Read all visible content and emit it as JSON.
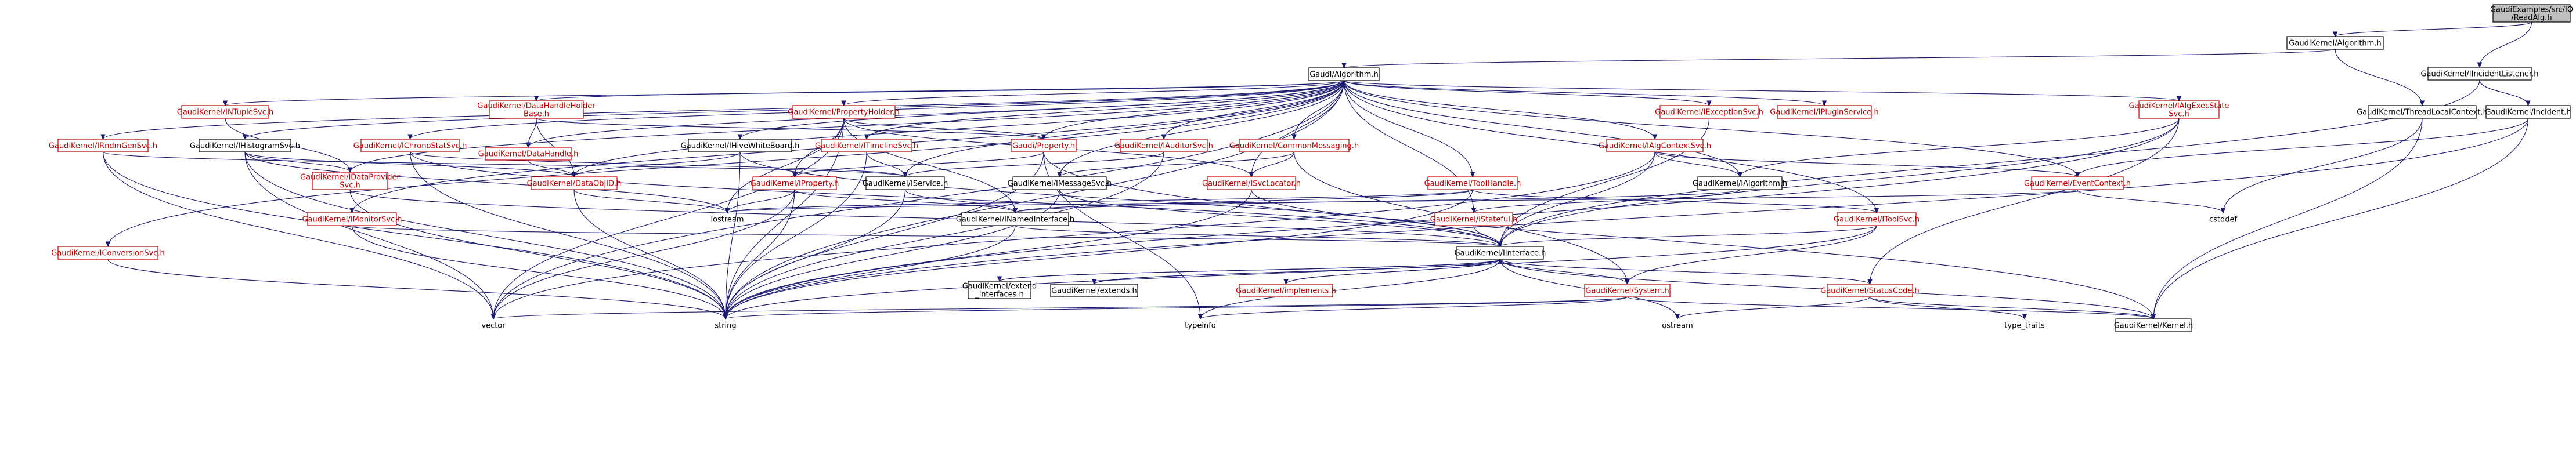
{
  "nodes": [
    {
      "id": "root",
      "label": [
        "GaudiExamples/src/IO",
        "/ReadAlg.h"
      ],
      "kind": "root"
    },
    {
      "id": "galgorithm",
      "label": [
        "GaudiKernel/Algorithm.h"
      ],
      "kind": "plain"
    },
    {
      "id": "iincidentlistener",
      "label": [
        "GaudiKernel/IIncidentListener.h"
      ],
      "kind": "plain"
    },
    {
      "id": "gaudialgorithm",
      "label": [
        "Gaudi/Algorithm.h"
      ],
      "kind": "plain"
    },
    {
      "id": "threadlocalcontext",
      "label": [
        "GaudiKernel/ThreadLocalContext.h"
      ],
      "kind": "plain"
    },
    {
      "id": "incident",
      "label": [
        "GaudiKernel/Incident.h"
      ],
      "kind": "plain"
    },
    {
      "id": "ialgexecstatesvc",
      "label": [
        "GaudiKernel/IAlgExecState",
        "Svc.h"
      ],
      "kind": "red"
    },
    {
      "id": "intuplesvc",
      "label": [
        "GaudiKernel/INTupleSvc.h"
      ],
      "kind": "red"
    },
    {
      "id": "datahandleholderbase",
      "label": [
        "GaudiKernel/DataHandleHolder",
        "Base.h"
      ],
      "kind": "red"
    },
    {
      "id": "propertyholder",
      "label": [
        "GaudiKernel/PropertyHolder.h"
      ],
      "kind": "red"
    },
    {
      "id": "iexceptionsvc",
      "label": [
        "GaudiKernel/IExceptionSvc.h"
      ],
      "kind": "red"
    },
    {
      "id": "ipluginservice",
      "label": [
        "GaudiKernel/IPluginService.h"
      ],
      "kind": "red"
    },
    {
      "id": "irndmgensvc",
      "label": [
        "GaudiKernel/IRndmGenSvc.h"
      ],
      "kind": "red"
    },
    {
      "id": "ihistogramsvc",
      "label": [
        "GaudiKernel/IHistogramSvc.h"
      ],
      "kind": "plain"
    },
    {
      "id": "ichronostatsvc",
      "label": [
        "GaudiKernel/IChronoStatSvc.h"
      ],
      "kind": "red"
    },
    {
      "id": "datahandle",
      "label": [
        "GaudiKernel/DataHandle.h"
      ],
      "kind": "red"
    },
    {
      "id": "ihivewhiteboard",
      "label": [
        "GaudiKernel/IHiveWhiteBoard.h"
      ],
      "kind": "plain"
    },
    {
      "id": "itimelinesvc",
      "label": [
        "GaudiKernel/ITimelineSvc.h"
      ],
      "kind": "red"
    },
    {
      "id": "property",
      "label": [
        "Gaudi/Property.h"
      ],
      "kind": "red"
    },
    {
      "id": "iauditorsvc",
      "label": [
        "GaudiKernel/IAuditorSvc.h"
      ],
      "kind": "red"
    },
    {
      "id": "commonmessaging",
      "label": [
        "GaudiKernel/CommonMessaging.h"
      ],
      "kind": "red"
    },
    {
      "id": "ialgcontextsvc",
      "label": [
        "GaudiKernel/IAlgContextSvc.h"
      ],
      "kind": "red"
    },
    {
      "id": "ialgorithm",
      "label": [
        "GaudiKernel/IAlgorithm.h"
      ],
      "kind": "plain"
    },
    {
      "id": "eventcontext",
      "label": [
        "GaudiKernel/EventContext.h"
      ],
      "kind": "red"
    },
    {
      "id": "idataprovidersvc",
      "label": [
        "GaudiKernel/IDataProvider",
        "Svc.h"
      ],
      "kind": "red"
    },
    {
      "id": "dataobjid",
      "label": [
        "GaudiKernel/DataObjID.h"
      ],
      "kind": "red"
    },
    {
      "id": "iproperty",
      "label": [
        "GaudiKernel/IProperty.h"
      ],
      "kind": "red"
    },
    {
      "id": "iservice",
      "label": [
        "GaudiKernel/IService.h"
      ],
      "kind": "plain"
    },
    {
      "id": "imessagesvc",
      "label": [
        "GaudiKernel/IMessageSvc.h"
      ],
      "kind": "plain"
    },
    {
      "id": "isvclocator",
      "label": [
        "GaudiKernel/ISvcLocator.h"
      ],
      "kind": "red"
    },
    {
      "id": "toolhandle",
      "label": [
        "GaudiKernel/ToolHandle.h"
      ],
      "kind": "red"
    },
    {
      "id": "imonitorsvc",
      "label": [
        "GaudiKernel/IMonitorSvc.h"
      ],
      "kind": "red"
    },
    {
      "id": "iconversionsvc",
      "label": [
        "GaudiKernel/IConversionSvc.h"
      ],
      "kind": "red"
    },
    {
      "id": "inamedinterface",
      "label": [
        "GaudiKernel/INamedInterface.h"
      ],
      "kind": "plain"
    },
    {
      "id": "istateful",
      "label": [
        "GaudiKernel/IStateful.h"
      ],
      "kind": "red"
    },
    {
      "id": "itoolsvc",
      "label": [
        "GaudiKernel/IToolSvc.h"
      ],
      "kind": "red"
    },
    {
      "id": "iinterface",
      "label": [
        "GaudiKernel/IInterface.h"
      ],
      "kind": "plain"
    },
    {
      "id": "extendinterfaces",
      "label": [
        "GaudiKernel/extend",
        "_interfaces.h"
      ],
      "kind": "plain"
    },
    {
      "id": "extends",
      "label": [
        "GaudiKernel/extends.h"
      ],
      "kind": "plain"
    },
    {
      "id": "implements",
      "label": [
        "GaudiKernel/implements.h"
      ],
      "kind": "red"
    },
    {
      "id": "system",
      "label": [
        "GaudiKernel/System.h"
      ],
      "kind": "red"
    },
    {
      "id": "statuscode",
      "label": [
        "GaudiKernel/StatusCode.h"
      ],
      "kind": "red"
    },
    {
      "id": "kernel",
      "label": [
        "GaudiKernel/Kernel.h"
      ],
      "kind": "plain"
    },
    {
      "id": "iostream",
      "label": [
        "iostream"
      ],
      "kind": "plainbox"
    },
    {
      "id": "cstddef",
      "label": [
        "cstddef"
      ],
      "kind": "plainbox"
    },
    {
      "id": "vector",
      "label": [
        "vector"
      ],
      "kind": "plainbox"
    },
    {
      "id": "string",
      "label": [
        "string"
      ],
      "kind": "plainbox"
    },
    {
      "id": "typeinfo",
      "label": [
        "typeinfo"
      ],
      "kind": "plainbox"
    },
    {
      "id": "ostream",
      "label": [
        "ostream"
      ],
      "kind": "plainbox"
    },
    {
      "id": "typetraits",
      "label": [
        "type_traits"
      ],
      "kind": "plainbox"
    }
  ],
  "edges": [
    [
      "root",
      "galgorithm"
    ],
    [
      "root",
      "iincidentlistener"
    ],
    [
      "galgorithm",
      "gaudialgorithm"
    ],
    [
      "galgorithm",
      "threadlocalcontext"
    ],
    [
      "iincidentlistener",
      "iinterface"
    ],
    [
      "iincidentlistener",
      "incident"
    ],
    [
      "incident",
      "kernel"
    ],
    [
      "incident",
      "eventcontext"
    ],
    [
      "incident",
      "string"
    ],
    [
      "threadlocalcontext",
      "kernel"
    ],
    [
      "threadlocalcontext",
      "cstddef"
    ],
    [
      "gaudialgorithm",
      "ialgexecstatesvc"
    ],
    [
      "gaudialgorithm",
      "intuplesvc"
    ],
    [
      "gaudialgorithm",
      "datahandleholderbase"
    ],
    [
      "gaudialgorithm",
      "propertyholder"
    ],
    [
      "gaudialgorithm",
      "iexceptionsvc"
    ],
    [
      "gaudialgorithm",
      "ipluginservice"
    ],
    [
      "gaudialgorithm",
      "irndmgensvc"
    ],
    [
      "gaudialgorithm",
      "ihistogramsvc"
    ],
    [
      "gaudialgorithm",
      "ichronostatsvc"
    ],
    [
      "gaudialgorithm",
      "datahandle"
    ],
    [
      "gaudialgorithm",
      "ihivewhiteboard"
    ],
    [
      "gaudialgorithm",
      "itimelinesvc"
    ],
    [
      "gaudialgorithm",
      "property"
    ],
    [
      "gaudialgorithm",
      "iauditorsvc"
    ],
    [
      "gaudialgorithm",
      "commonmessaging"
    ],
    [
      "gaudialgorithm",
      "ialgcontextsvc"
    ],
    [
      "gaudialgorithm",
      "ialgorithm"
    ],
    [
      "gaudialgorithm",
      "eventcontext"
    ],
    [
      "gaudialgorithm",
      "idataprovidersvc"
    ],
    [
      "gaudialgorithm",
      "dataobjid"
    ],
    [
      "gaudialgorithm",
      "iservice"
    ],
    [
      "gaudialgorithm",
      "imessagesvc"
    ],
    [
      "gaudialgorithm",
      "isvclocator"
    ],
    [
      "gaudialgorithm",
      "toolhandle"
    ],
    [
      "gaudialgorithm",
      "imonitorsvc"
    ],
    [
      "gaudialgorithm",
      "iconversionsvc"
    ],
    [
      "gaudialgorithm",
      "istateful"
    ],
    [
      "gaudialgorithm",
      "itoolsvc"
    ],
    [
      "gaudialgorithm",
      "vector"
    ],
    [
      "gaudialgorithm",
      "string"
    ],
    [
      "ialgexecstatesvc",
      "ialgorithm"
    ],
    [
      "ialgexecstatesvc",
      "iinterface"
    ],
    [
      "ialgexecstatesvc",
      "statuscode"
    ],
    [
      "ialgexecstatesvc",
      "string"
    ],
    [
      "intuplesvc",
      "idataprovidersvc"
    ],
    [
      "datahandleholderbase",
      "datahandle"
    ],
    [
      "datahandleholderbase",
      "dataobjid"
    ],
    [
      "datahandleholderbase",
      "property"
    ],
    [
      "propertyholder",
      "property"
    ],
    [
      "propertyholder",
      "iproperty"
    ],
    [
      "propertyholder",
      "inamedinterface"
    ],
    [
      "propertyholder",
      "isvclocator"
    ],
    [
      "propertyholder",
      "iostream"
    ],
    [
      "propertyholder",
      "string"
    ],
    [
      "propertyholder",
      "vector"
    ],
    [
      "iexceptionsvc",
      "iinterface"
    ],
    [
      "irndmgensvc",
      "iservice"
    ],
    [
      "irndmgensvc",
      "vector"
    ],
    [
      "irndmgensvc",
      "string"
    ],
    [
      "ihistogramsvc",
      "idataprovidersvc"
    ],
    [
      "ihistogramsvc",
      "dataobjid"
    ],
    [
      "ihistogramsvc",
      "iostream"
    ],
    [
      "ihistogramsvc",
      "string"
    ],
    [
      "ihistogramsvc",
      "vector"
    ],
    [
      "ichronostatsvc",
      "iservice"
    ],
    [
      "ichronostatsvc",
      "string"
    ],
    [
      "ichronostatsvc",
      "iinterface"
    ],
    [
      "datahandle",
      "dataobjid"
    ],
    [
      "ihivewhiteboard",
      "dataobjid"
    ],
    [
      "ihivewhiteboard",
      "iinterface"
    ],
    [
      "ihivewhiteboard",
      "string"
    ],
    [
      "itimelinesvc",
      "iservice"
    ],
    [
      "itimelinesvc",
      "string"
    ],
    [
      "property",
      "iproperty"
    ],
    [
      "property",
      "string"
    ],
    [
      "property",
      "typeinfo"
    ],
    [
      "property",
      "kernel"
    ],
    [
      "iauditorsvc",
      "iservice"
    ],
    [
      "iauditorsvc",
      "string"
    ],
    [
      "commonmessaging",
      "imessagesvc"
    ],
    [
      "commonmessaging",
      "isvclocator"
    ],
    [
      "commonmessaging",
      "system"
    ],
    [
      "ialgcontextsvc",
      "ialgorithm"
    ],
    [
      "ialgcontextsvc",
      "eventcontext"
    ],
    [
      "ialgcontextsvc",
      "iinterface"
    ],
    [
      "ialgcontextsvc",
      "vector"
    ],
    [
      "ialgorithm",
      "inamedinterface"
    ],
    [
      "ialgorithm",
      "istateful"
    ],
    [
      "eventcontext",
      "cstddef"
    ],
    [
      "eventcontext",
      "iostream"
    ],
    [
      "idataprovidersvc",
      "iinterface"
    ],
    [
      "idataprovidersvc",
      "string"
    ],
    [
      "dataobjid",
      "iostream"
    ],
    [
      "dataobjid",
      "string"
    ],
    [
      "iproperty",
      "inamedinterface"
    ],
    [
      "iproperty",
      "iostream"
    ],
    [
      "iproperty",
      "string"
    ],
    [
      "iproperty",
      "vector"
    ],
    [
      "iservice",
      "inamedinterface"
    ],
    [
      "iservice",
      "string"
    ],
    [
      "imessagesvc",
      "iinterface"
    ],
    [
      "imessagesvc",
      "string"
    ],
    [
      "isvclocator",
      "iinterface"
    ],
    [
      "isvclocator",
      "string"
    ],
    [
      "toolhandle",
      "itoolsvc"
    ],
    [
      "toolhandle",
      "inamedinterface"
    ],
    [
      "toolhandle",
      "iostream"
    ],
    [
      "toolhandle",
      "string"
    ],
    [
      "imonitorsvc",
      "iinterface"
    ],
    [
      "imonitorsvc",
      "string"
    ],
    [
      "iconversionsvc",
      "string"
    ],
    [
      "inamedinterface",
      "iinterface"
    ],
    [
      "inamedinterface",
      "string"
    ],
    [
      "istateful",
      "iinterface"
    ],
    [
      "itoolsvc",
      "iinterface"
    ],
    [
      "itoolsvc",
      "system"
    ],
    [
      "itoolsvc",
      "string"
    ],
    [
      "iinterface",
      "extendinterfaces"
    ],
    [
      "iinterface",
      "extends"
    ],
    [
      "iinterface",
      "implements"
    ],
    [
      "iinterface",
      "system"
    ],
    [
      "iinterface",
      "statuscode"
    ],
    [
      "iinterface",
      "kernel"
    ],
    [
      "iinterface",
      "typeinfo"
    ],
    [
      "iinterface",
      "ostream"
    ],
    [
      "extendinterfaces",
      "iinterface"
    ],
    [
      "extends",
      "iinterface"
    ],
    [
      "implements",
      "iinterface"
    ],
    [
      "system",
      "kernel"
    ],
    [
      "system",
      "string"
    ],
    [
      "system",
      "vector"
    ],
    [
      "system",
      "typeinfo"
    ],
    [
      "statuscode",
      "kernel"
    ],
    [
      "statuscode",
      "ostream"
    ],
    [
      "statuscode",
      "typetraits"
    ]
  ]
}
